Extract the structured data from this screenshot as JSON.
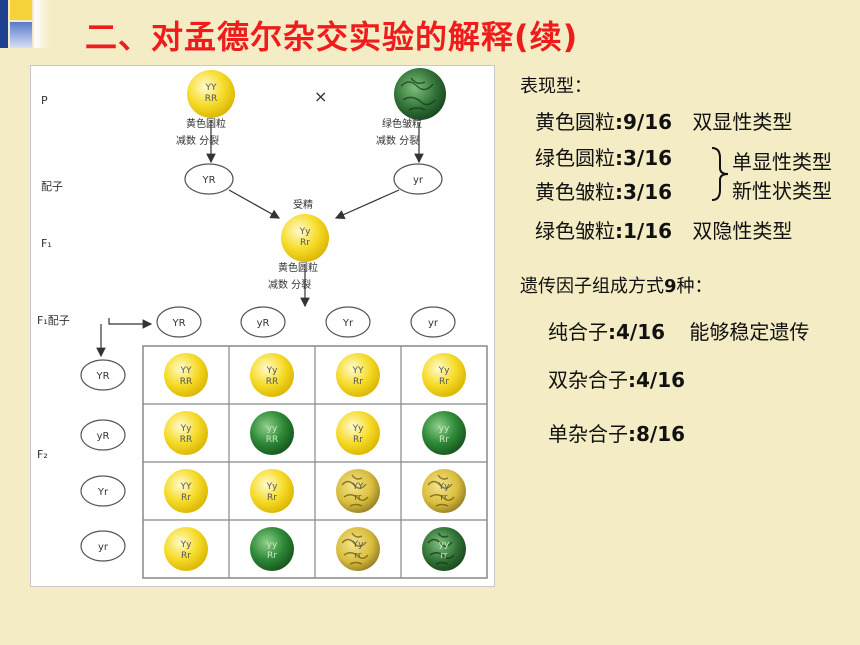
{
  "title": "二、对孟德尔杂交实验的解释(续)",
  "diagram": {
    "row_labels": {
      "p": "P",
      "gamete": "配子",
      "f1": "F₁",
      "f1_gamete": "F₁配子",
      "f2": "F₂"
    },
    "cross_symbol": "×",
    "parents": {
      "left": {
        "genotype_top": "YY",
        "genotype_bottom": "RR",
        "phenotype": "黄色圆粒",
        "process": "减数 分裂"
      },
      "right": {
        "phenotype": "绿色皱粒",
        "process": "减数 分裂"
      }
    },
    "parent_gametes": {
      "left": "YR",
      "right": "yr"
    },
    "fertilization": "受精",
    "f1": {
      "genotype_top": "Yy",
      "genotype_bottom": "Rr",
      "phenotype": "黄色圆粒",
      "process": "减数 分裂"
    },
    "f1_gametes": [
      "YR",
      "yR",
      "Yr",
      "yr"
    ],
    "punnett": [
      [
        {
          "t": "YY",
          "b": "RR",
          "c": "yellow-round"
        },
        {
          "t": "Yy",
          "b": "RR",
          "c": "yellow-round"
        },
        {
          "t": "YY",
          "b": "Rr",
          "c": "yellow-round"
        },
        {
          "t": "Yy",
          "b": "Rr",
          "c": "yellow-round"
        }
      ],
      [
        {
          "t": "Yy",
          "b": "RR",
          "c": "yellow-round"
        },
        {
          "t": "yy",
          "b": "RR",
          "c": "green-round"
        },
        {
          "t": "Yy",
          "b": "Rr",
          "c": "yellow-round"
        },
        {
          "t": "yy",
          "b": "Rr",
          "c": "green-round"
        }
      ],
      [
        {
          "t": "YY",
          "b": "Rr",
          "c": "yellow-round"
        },
        {
          "t": "Yy",
          "b": "Rr",
          "c": "yellow-round"
        },
        {
          "t": "YY",
          "b": "rr",
          "c": "yellow-wrinkled"
        },
        {
          "t": "Yy",
          "b": "rr",
          "c": "yellow-wrinkled"
        }
      ],
      [
        {
          "t": "Yy",
          "b": "Rr",
          "c": "yellow-round"
        },
        {
          "t": "yy",
          "b": "Rr",
          "c": "green-round"
        },
        {
          "t": "Yy",
          "b": "rr",
          "c": "yellow-wrinkled"
        },
        {
          "t": "yy",
          "b": "rr",
          "c": "green-wrinkled"
        }
      ]
    ]
  },
  "phenotypes": {
    "heading": "表现型：",
    "items": [
      {
        "label": "黄色圆粒",
        "ratio": ":9/16",
        "type": "双显性类型"
      },
      {
        "label": "绿色圆粒",
        "ratio": ":3/16",
        "type": ""
      },
      {
        "label": "黄色皱粒",
        "ratio": ":3/16",
        "type": ""
      },
      {
        "label": "绿色皱粒",
        "ratio": ":1/16",
        "type": "双隐性类型"
      }
    ],
    "brace_labels": [
      "单显性类型",
      "新性状类型"
    ]
  },
  "genotypes": {
    "heading_prefix": "遗传因子组成方式",
    "heading_num": "9",
    "heading_suffix": "种：",
    "items": [
      {
        "label": "纯合子",
        "ratio": ":4/16",
        "note": "能够稳定遗传"
      },
      {
        "label": "双杂合子",
        "ratio": ":4/16",
        "note": ""
      },
      {
        "label": "单杂合子",
        "ratio": ":8/16",
        "note": ""
      }
    ]
  },
  "colors": {
    "title": "#ee1c1c",
    "background": "#f4ecc4",
    "yellow_seed": "#f2d41c",
    "green_seed": "#2f7d32"
  }
}
